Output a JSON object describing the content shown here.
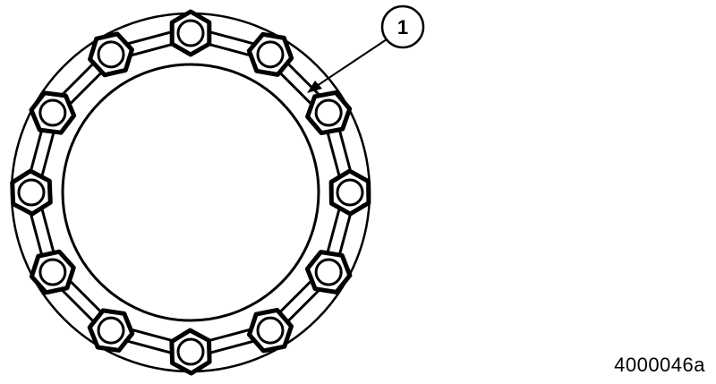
{
  "diagram": {
    "callout": {
      "label": "1",
      "target": "nut-plate"
    },
    "bolt_count": 12,
    "figure_id": "4000046a",
    "colors": {
      "stroke": "#000000",
      "background": "#ffffff"
    }
  }
}
